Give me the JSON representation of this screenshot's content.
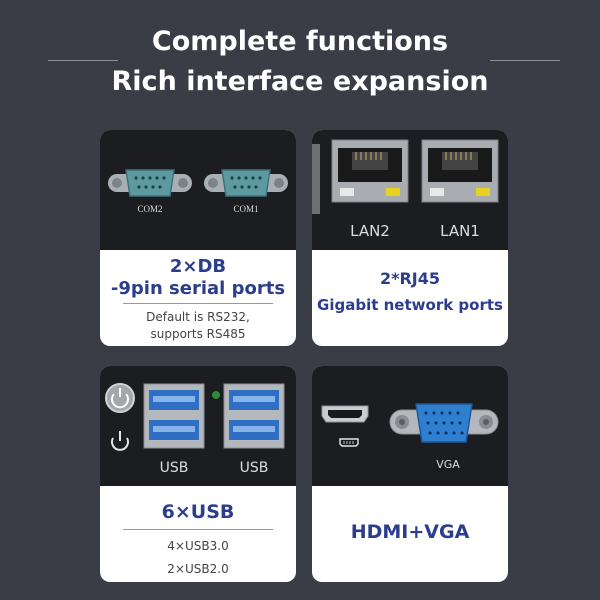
{
  "heading": {
    "line1": "Complete functions",
    "line2": "Rich interface expansion"
  },
  "serial": {
    "com2": "COM2",
    "com1": "COM1",
    "title_line1": "2×DB",
    "title_line2": "-9pin serial ports",
    "desc_line1": "Default is RS232,",
    "desc_line2": "supports RS485"
  },
  "lan": {
    "lan2": "LAN2",
    "lan1": "LAN1",
    "title_line1": "2*RJ45",
    "title_line2": "Gigabit network ports"
  },
  "usb": {
    "label_left": "USB",
    "label_right": "USB",
    "title": "6×USB",
    "spec1": "4×USB3.0",
    "spec2": "2×USB2.0"
  },
  "video": {
    "vga_label": "VGA",
    "title": "HDMI+VGA"
  },
  "colors": {
    "background": "#3a3d45",
    "accent_text": "#2b3d8c",
    "usb3_blue": "#2e72c8",
    "vga_blue": "#2e7fd0"
  }
}
